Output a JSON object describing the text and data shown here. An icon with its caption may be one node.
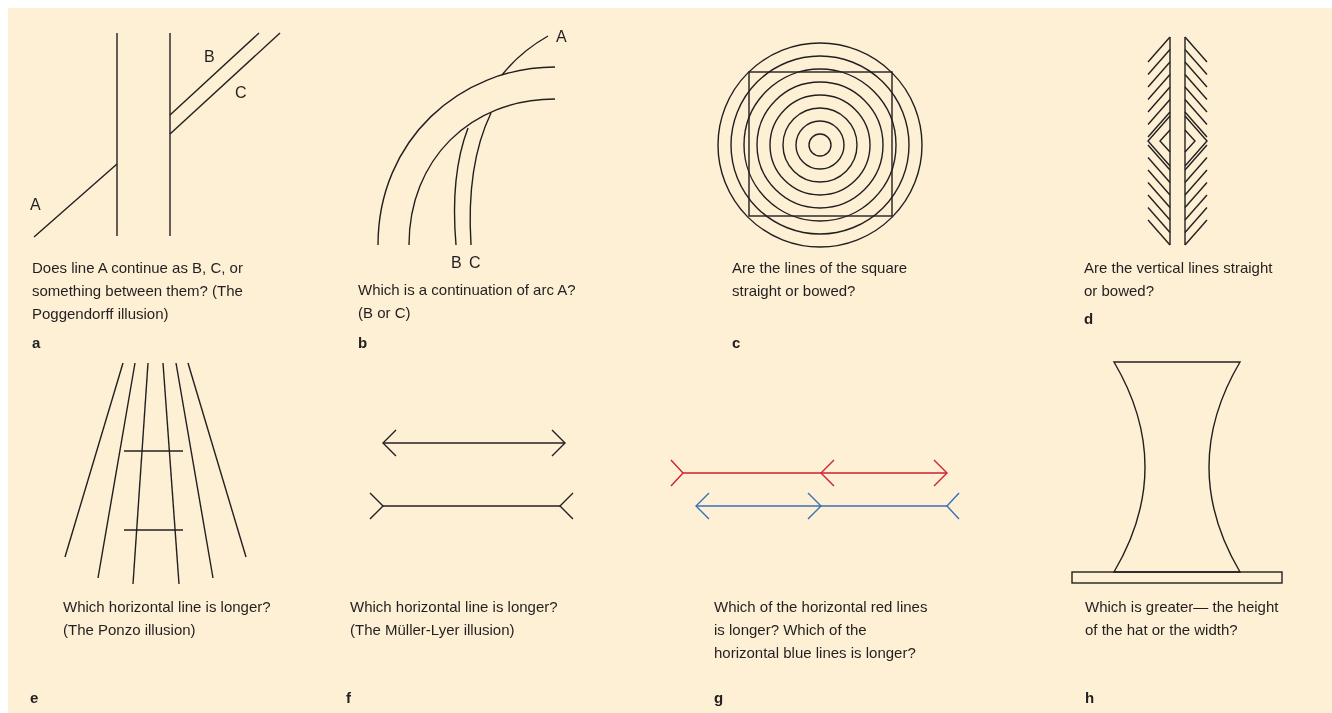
{
  "diagram": {
    "labels": [
      "B",
      "C",
      "A",
      "Does line A continue as B, C, or something between them? (The Poggendorff illusion)",
      "a",
      "A",
      "B",
      "C",
      "Which is a continuation of arc A? (B or C)",
      "b",
      "Are the lines of the square straight or bowed?",
      "c",
      "Are the vertical lines straight or bowed?",
      "d",
      "Which horizontal line is longer? (The Ponzo illusion)",
      "e",
      "Which horizontal line is longer? (The Müller-Lyer illusion)",
      "f",
      "Which of the horizontal red lines is longer? Which of the horizontal blue lines is longer?",
      "g",
      "Which is greater— the height of the hat or the width?",
      "h"
    ]
  }
}
